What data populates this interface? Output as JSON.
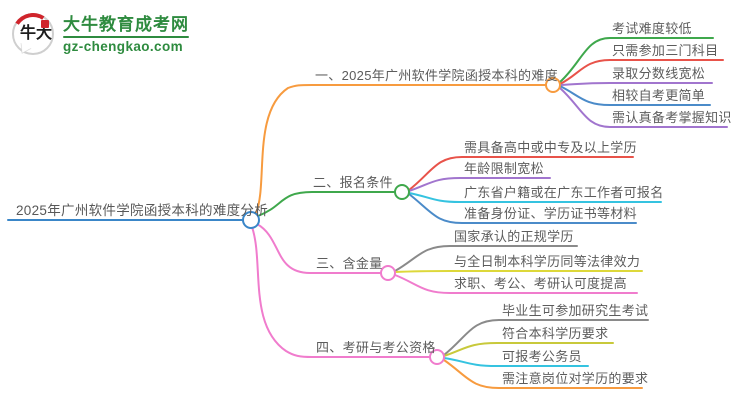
{
  "logo": {
    "bubble_text": "大牛",
    "site_name": "大牛教育成考网",
    "site_domain": "gz-chengkao.com",
    "brand_green": "#2e8b3f",
    "seal_red": "#d0242b"
  },
  "mindmap": {
    "root": {
      "label": "2025年广州软件学院函授本科的难度分析",
      "color": "#3a86c8"
    },
    "branches": [
      {
        "label": "一、2025年广州软件学院函授本科的难度",
        "color": "#f79b3f",
        "children": [
          {
            "label": "考试难度较低",
            "color": "#3fa84c"
          },
          {
            "label": "只需参加三门科目",
            "color": "#e8534a"
          },
          {
            "label": "录取分数线宽松",
            "color": "#a175ce"
          },
          {
            "label": "相较自考更简单",
            "color": "#4b8bc9"
          },
          {
            "label": "需认真备考掌握知识",
            "color": "#a175ce"
          }
        ]
      },
      {
        "label": "二、报名条件",
        "color": "#3fa84c",
        "children": [
          {
            "label": "需具备高中或中专及以上学历",
            "color": "#e8534a"
          },
          {
            "label": "年龄限制宽松",
            "color": "#a175ce"
          },
          {
            "label": "广东省户籍或在广东工作者可报名",
            "color": "#35c3e0"
          },
          {
            "label": "准备身份证、学历证书等材料",
            "color": "#4b8bc9"
          }
        ]
      },
      {
        "label": "三、含金量",
        "color": "#f07ccd",
        "children": [
          {
            "label": "国家承认的正规学历",
            "color": "#8a8a8a"
          },
          {
            "label": "与全日制本科学历同等法律效力",
            "color": "#ddd83a"
          },
          {
            "label": "求职、考公、考研认可度提高",
            "color": "#f07ccd"
          }
        ]
      },
      {
        "label": "四、考研与考公资格",
        "color": "#f07ccd",
        "children": [
          {
            "label": "毕业生可参加研究生考试",
            "color": "#8a8a8a"
          },
          {
            "label": "符合本科学历要求",
            "color": "#c8c93b"
          },
          {
            "label": "可报考公务员",
            "color": "#35c3e0"
          },
          {
            "label": "需注意岗位对学历的要求",
            "color": "#f79b3f"
          }
        ]
      }
    ]
  }
}
